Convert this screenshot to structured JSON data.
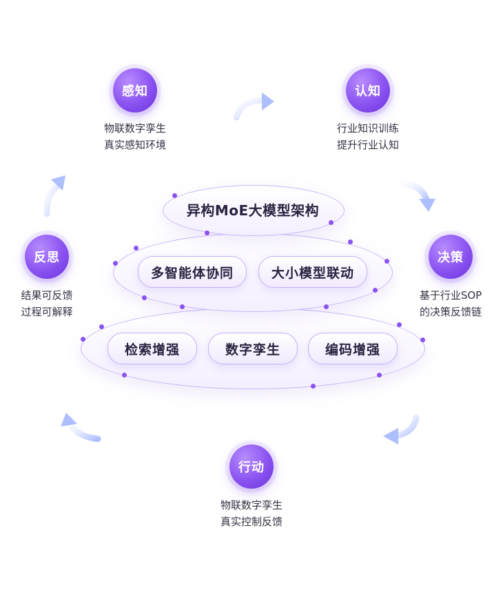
{
  "nodes": {
    "perceive": {
      "label": "感知",
      "desc1": "物联数字孪生",
      "desc2": "真实感知环境"
    },
    "cognize": {
      "label": "认知",
      "desc1": "行业知识训练",
      "desc2": "提升行业认知"
    },
    "decide": {
      "label": "决策",
      "desc1": "基于行业SOP",
      "desc2": "的决策反馈链"
    },
    "act": {
      "label": "行动",
      "desc1": "物联数字孪生",
      "desc2": "真实控制反馈"
    },
    "reflect": {
      "label": "反思",
      "desc1": "结果可反馈",
      "desc2": "过程可解释"
    }
  },
  "pyramid": {
    "top": {
      "label": "异构MoE大模型架构"
    },
    "middle": [
      "多智能体协同",
      "大小模型联动"
    ],
    "bottom": [
      "检索增强",
      "数字孪生",
      "编码增强"
    ]
  },
  "colors": {
    "accent": "#8a52f0",
    "arrow": "#c7d4ff",
    "ring_border": "#c9b4f6"
  }
}
